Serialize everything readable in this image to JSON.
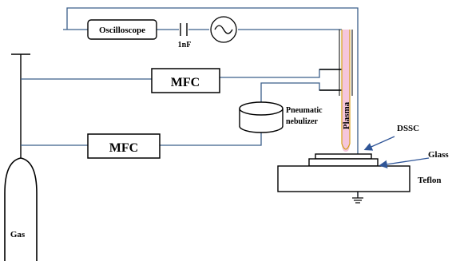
{
  "labels": {
    "oscilloscope": "Oscilloscope",
    "capacitor": "1nF",
    "mfc_top": "MFC",
    "mfc_bottom": "MFC",
    "nebulizer_line1": "Pneumatic",
    "nebulizer_line2": "nebulizer",
    "plasma": "Plasma",
    "dssc": "DSSC",
    "glass": "Glass",
    "teflon": "Teflon",
    "gas": "Gas"
  },
  "colors": {
    "stroke": "#000000",
    "wire": "#3b5f8a",
    "arrow": "#2f5597",
    "plasma_fill": "#f5c6dc",
    "plasma_glow": "#f0b7d0",
    "tube_outline": "#d4a017"
  }
}
